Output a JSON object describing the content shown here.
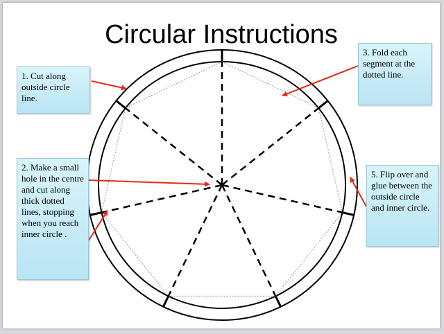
{
  "slide": {
    "title": "Circular Instructions",
    "notes": {
      "step1": "1. Cut along outside circle line.",
      "step2": "2. Make a small hole in the centre and cut along thick dotted lines, stopping when you reach inner circle .",
      "step3": "3. Fold each segment at the dotted line.",
      "step5": "5.  Flip over and glue between the outside circle and inner circle."
    }
  },
  "colors": {
    "arrow": "#e8291b",
    "note_fill": "#c8ecf7",
    "line": "#000000",
    "fold_line": "#9a9a9a"
  },
  "diagram": {
    "segments": 7
  }
}
